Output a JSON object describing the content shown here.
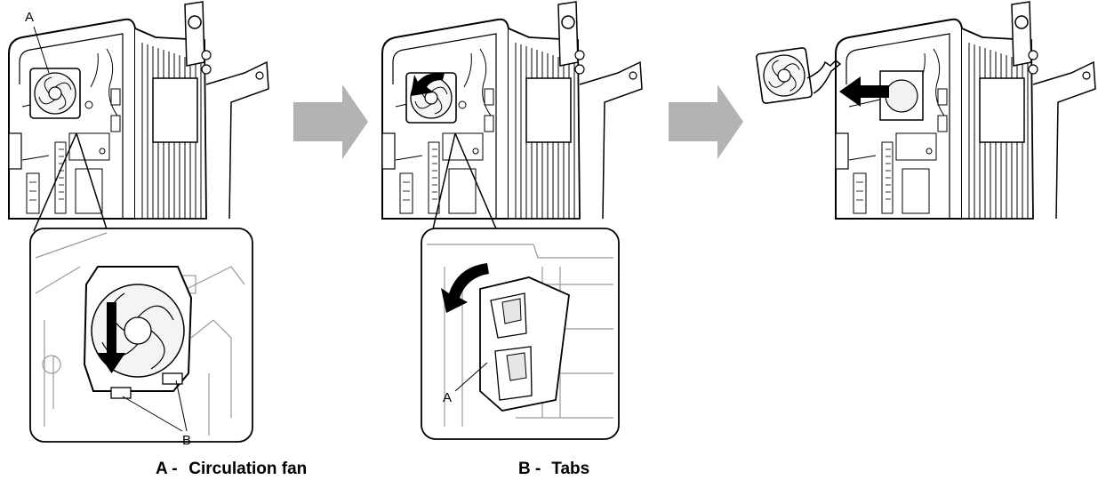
{
  "callouts": {
    "fan_label_top": "A",
    "tabs_label_zoom": "B",
    "fan_label_zoom2": "A"
  },
  "legend": [
    {
      "key": "A -",
      "text": "Circulation fan"
    },
    {
      "key": "B -",
      "text": "Tabs"
    }
  ],
  "colors": {
    "arrow_gray": "#b3b3b3",
    "line": "#000000",
    "light_line": "#9a9a9a",
    "fill_light": "#f4f4f4"
  },
  "icons": [
    "step-arrow-icon",
    "motion-arrow-icon",
    "rotate-arrow-icon"
  ]
}
